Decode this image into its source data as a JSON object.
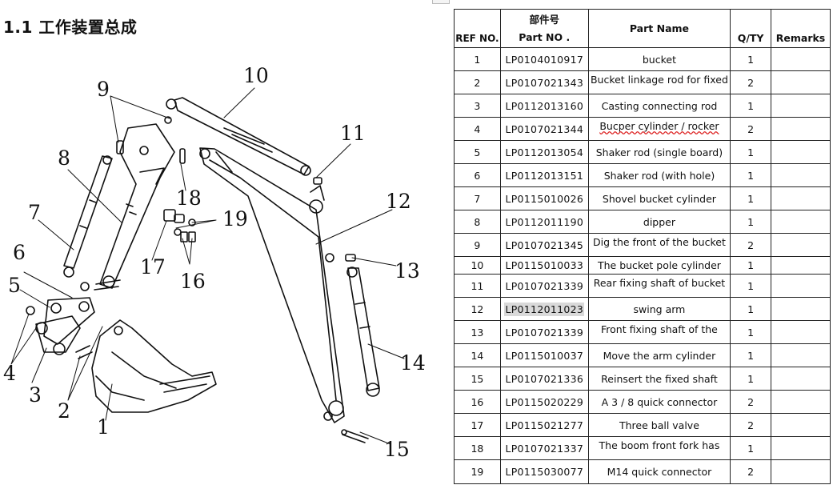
{
  "page": {
    "title": "1.1 工作装置总成"
  },
  "diagram": {
    "callouts": [
      "1",
      "2",
      "3",
      "4",
      "5",
      "6",
      "7",
      "8",
      "9",
      "10",
      "11",
      "12",
      "13",
      "14",
      "15",
      "16",
      "17",
      "18",
      "19"
    ]
  },
  "table": {
    "headers": {
      "ref": "REF NO.",
      "part_no_cn": "部件号",
      "part_no": "Part NO .",
      "part_name": "Part Name",
      "qty": "Q/TY",
      "remarks": "Remarks"
    },
    "rows": [
      {
        "ref": "1",
        "part_no": "LP0104010917",
        "name": "bucket",
        "qty": "1",
        "remarks": ""
      },
      {
        "ref": "2",
        "part_no": "LP0107021343",
        "name": "Bucket linkage rod for fixed",
        "qty": "2",
        "remarks": ""
      },
      {
        "ref": "3",
        "part_no": "LP0112013160",
        "name": "Casting connecting rod",
        "qty": "1",
        "remarks": ""
      },
      {
        "ref": "4",
        "part_no": "LP0107021344",
        "name": "Bucper cylinder / rocker",
        "qty": "2",
        "remarks": ""
      },
      {
        "ref": "5",
        "part_no": "LP0112013054",
        "name": "Shaker rod (single board)",
        "qty": "1",
        "remarks": ""
      },
      {
        "ref": "6",
        "part_no": "LP0112013151",
        "name": "Shaker rod (with hole)",
        "qty": "1",
        "remarks": ""
      },
      {
        "ref": "7",
        "part_no": "LP0115010026",
        "name": "Shovel bucket cylinder",
        "qty": "1",
        "remarks": ""
      },
      {
        "ref": "8",
        "part_no": "LP0112011190",
        "name": "dipper",
        "qty": "1",
        "remarks": ""
      },
      {
        "ref": "9",
        "part_no": "LP0107021345",
        "name": "Dig the front of the bucket",
        "qty": "2",
        "remarks": ""
      },
      {
        "ref": "10",
        "part_no": "LP0115010033",
        "name": "The bucket pole cylinder",
        "qty": "1",
        "remarks": ""
      },
      {
        "ref": "11",
        "part_no": "LP0107021339",
        "name": "Rear fixing shaft of bucket",
        "qty": "1",
        "remarks": ""
      },
      {
        "ref": "12",
        "part_no": "LP0112011023",
        "name": "swing arm",
        "qty": "1",
        "remarks": ""
      },
      {
        "ref": "13",
        "part_no": "LP0107021339",
        "name": "Front fixing shaft of the",
        "qty": "1",
        "remarks": ""
      },
      {
        "ref": "14",
        "part_no": "LP0115010037",
        "name": "Move the arm cylinder",
        "qty": "1",
        "remarks": ""
      },
      {
        "ref": "15",
        "part_no": "LP0107021336",
        "name": "Reinsert the fixed shaft",
        "qty": "1",
        "remarks": ""
      },
      {
        "ref": "16",
        "part_no": "LP0115020229",
        "name": "A 3 / 8 quick connector",
        "qty": "2",
        "remarks": ""
      },
      {
        "ref": "17",
        "part_no": "LP0115021277",
        "name": "Three ball valve",
        "qty": "2",
        "remarks": ""
      },
      {
        "ref": "18",
        "part_no": "LP0107021337",
        "name": "The boom front fork has",
        "qty": "1",
        "remarks": ""
      },
      {
        "ref": "19",
        "part_no": "LP0115030077",
        "name": "M14 quick connector",
        "qty": "2",
        "remarks": ""
      }
    ]
  }
}
